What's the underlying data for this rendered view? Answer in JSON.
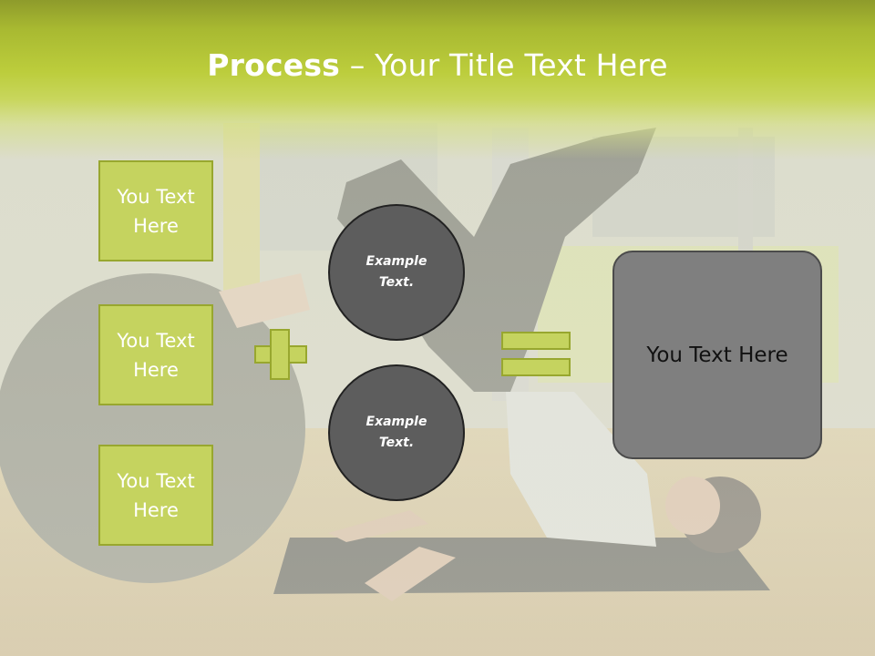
{
  "title": {
    "bold": "Process",
    "rest": " – Your Title Text Here"
  },
  "left_boxes": [
    "You Text Here",
    "You Text Here",
    "You Text Here"
  ],
  "circles": [
    "Example Text.",
    "Example Text."
  ],
  "result": "You Text Here",
  "colors": {
    "accent": "#c5d35f",
    "accent_border": "#98a72f",
    "circle_fill": "#5d5d5d",
    "result_fill": "#7f7f7f"
  },
  "icons": {
    "operator_1": "plus-icon",
    "operator_2": "equals-icon"
  }
}
